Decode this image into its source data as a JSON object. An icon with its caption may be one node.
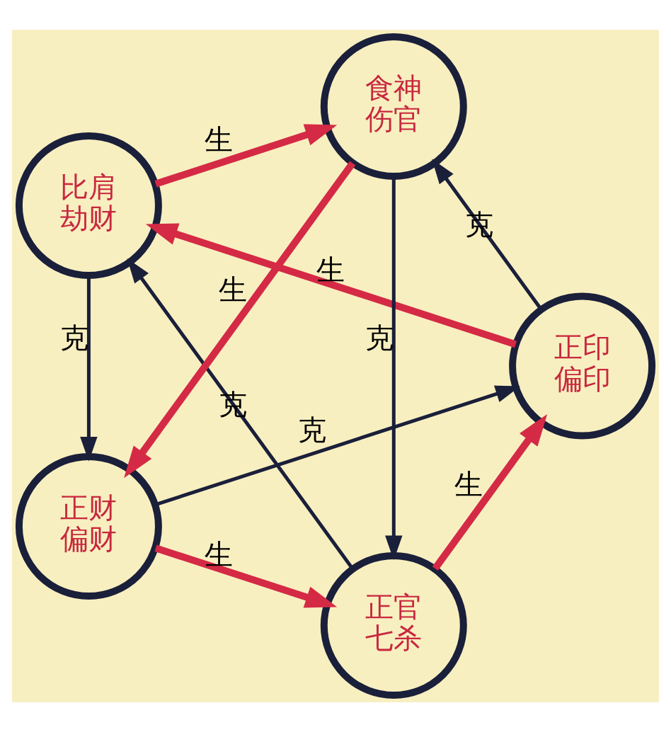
{
  "diagram": {
    "nodes": [
      {
        "text": [
          "正印",
          "偏印"
        ]
      },
      {
        "text": [
          "正官",
          "七杀"
        ]
      },
      {
        "text": [
          "比肩",
          "劫财"
        ]
      },
      {
        "text": [
          "正财",
          "偏财"
        ]
      },
      {
        "text": [
          "食神",
          "伤官"
        ]
      }
    ],
    "edges": [
      {
        "from": 1,
        "to": 0,
        "arrow": "to",
        "label": "生",
        "style": "thick",
        "color": "#d42a45"
      },
      {
        "from": 0,
        "to": 2,
        "arrow": "to",
        "label": "生",
        "style": "thick",
        "color": "#d42a45"
      },
      {
        "from": 2,
        "to": 4,
        "arrow": "to",
        "label": "生",
        "style": "thick",
        "color": "#d42a45"
      },
      {
        "from": 4,
        "to": 3,
        "arrow": "to",
        "label": "生",
        "style": "thick",
        "color": "#d42a45"
      },
      {
        "from": 3,
        "to": 1,
        "arrow": "to",
        "label": "生",
        "style": "thick",
        "color": "#d42a45"
      },
      {
        "from": 2,
        "to": 3,
        "arrow": "to",
        "label": "克",
        "color": "#1a1f3a"
      },
      {
        "from": 3,
        "to": 0,
        "arrow": "to",
        "label": "克",
        "color": "#1a1f3a"
      },
      {
        "from": 0,
        "to": 4,
        "arrow": "to",
        "label": "克",
        "color": "#1a1f3a"
      },
      {
        "from": 4,
        "to": 1,
        "arrow": "to",
        "label": "克",
        "color": "#1a1f3a"
      },
      {
        "from": 1,
        "to": 2,
        "arrow": "to",
        "label": "克",
        "color": "#1a1f3a"
      }
    ]
  }
}
